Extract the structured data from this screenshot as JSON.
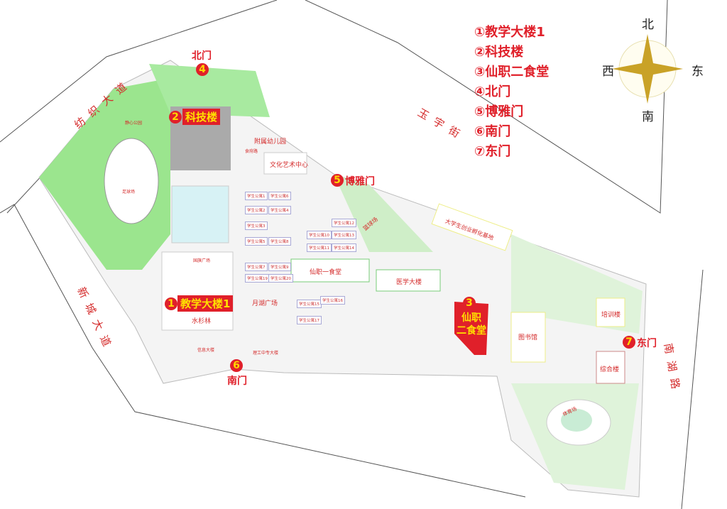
{
  "legend": [
    "①教学大楼1",
    "②科技楼",
    "③仙职二食堂",
    "④北门",
    "⑤博雅门",
    "⑥南门",
    "⑦东门"
  ],
  "compass": {
    "north": "北",
    "south": "南",
    "east": "东",
    "west": "西"
  },
  "roads": {
    "fangzhi": "纺织大道",
    "yuyu": "玉宇街",
    "xincheng": "新城大道",
    "nanhu": "南湖路",
    "shifu": "食府路"
  },
  "markers": {
    "m1": {
      "num": "1",
      "label": "教学大楼1"
    },
    "m2": {
      "num": "2",
      "label": "科技楼"
    },
    "m3": {
      "num": "3",
      "label1": "仙职",
      "label2": "二食堂"
    },
    "m4": {
      "num": "4",
      "label": "北门"
    },
    "m5": {
      "num": "5",
      "label": "博雅门"
    },
    "m6": {
      "num": "6",
      "label": "南门"
    },
    "m7": {
      "num": "7",
      "label": "东门"
    }
  },
  "buildings": {
    "kindergarten": "附属幼儿园",
    "arts": "文化艺术中心",
    "canteen1": "仙职一食堂",
    "medical": "医学大楼",
    "incubator": "大学生创业孵化基地",
    "library": "图书馆",
    "training": "培训楼",
    "complex": "综合楼",
    "moonlake": "月湖广场",
    "metasequoia": "水杉林",
    "flag": "国旗广场",
    "info": "信息大楼",
    "polytech": "理工中专大楼",
    "field": "足球场",
    "park": "静心公园",
    "court": "篮球场",
    "stadium": "体育场"
  },
  "apartments": [
    "学生公寓1",
    "学生公寓2",
    "学生公寓3",
    "学生公寓4",
    "学生公寓5",
    "学生公寓6",
    "学生公寓7",
    "学生公寓8",
    "学生公寓9",
    "学生公寓10",
    "学生公寓11",
    "学生公寓12",
    "学生公寓13",
    "学生公寓14",
    "学生公寓15",
    "学生公寓16",
    "学生公寓17",
    "学生公寓19",
    "学生公寓20"
  ]
}
